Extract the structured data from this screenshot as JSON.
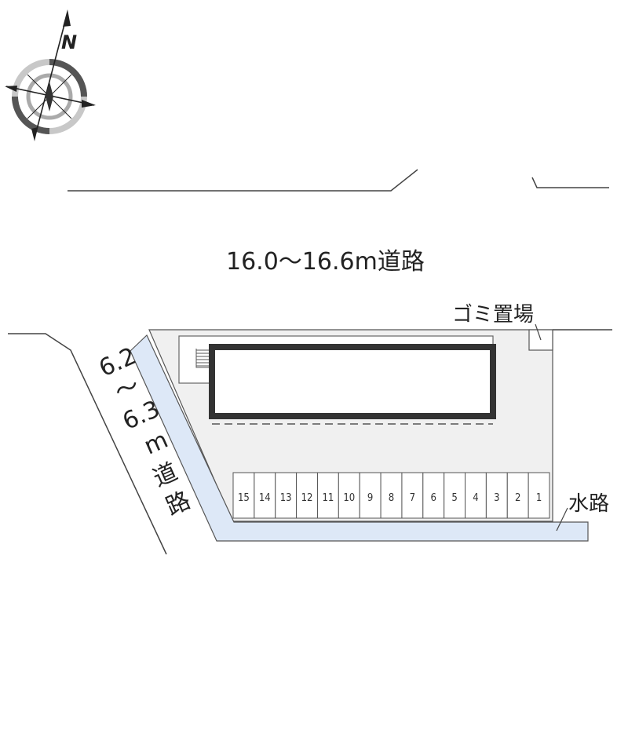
{
  "compass": {
    "north_label": "N"
  },
  "roads": {
    "north_road_label": "16.0～16.6m道路",
    "west_road_label_lines": [
      "6.2",
      "～",
      "6.3",
      "m",
      "道",
      "路"
    ]
  },
  "facilities": {
    "garbage_label": "ゴミ置場",
    "waterway_label": "水路"
  },
  "parking": {
    "slots": [
      "15",
      "14",
      "13",
      "12",
      "11",
      "10",
      "9",
      "8",
      "7",
      "6",
      "5",
      "4",
      "3",
      "2",
      "1"
    ]
  },
  "colors": {
    "lot_fill": "#f0f0f0",
    "waterway_fill": "#dde8f7",
    "line": "#444444",
    "building_outline": "#333333"
  }
}
